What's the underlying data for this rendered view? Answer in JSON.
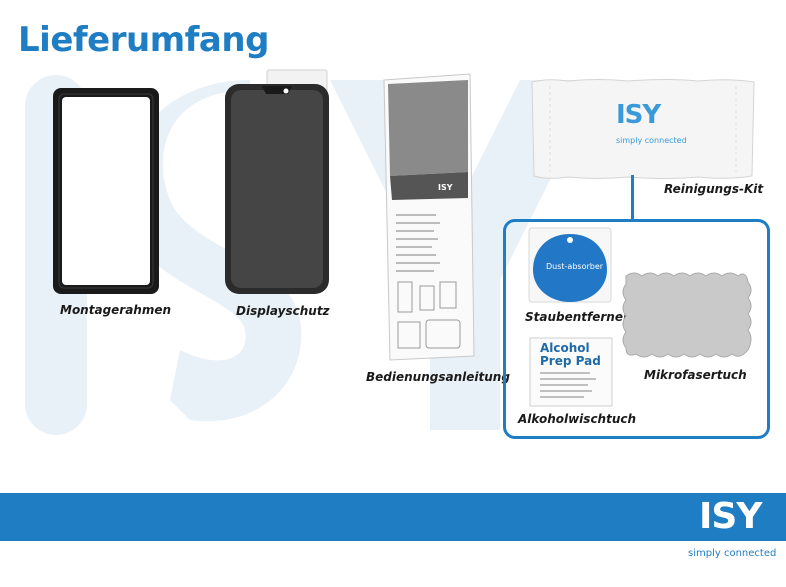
{
  "header": {
    "title": "Lieferumfang"
  },
  "items": {
    "montagerahmen": "Montagerahmen",
    "displayschutz": "Displayschutz",
    "bedienungsanleitung": "Bedienungsanleitung",
    "reinigungs_kit": "Reinigungs-Kit",
    "staubentferner": "Staubentferner",
    "mikrofasertuch": "Mikrofasertuch",
    "alkoholwischtuch": "Alkoholwischtuch"
  },
  "cleaning_pack": {
    "logo": "ISY",
    "tagline": "simply connected"
  },
  "dust_sticker": {
    "label": "Dust-absorber"
  },
  "alcohol_pad": {
    "line1": "Alcohol",
    "line2": "Prep Pad"
  },
  "footer": {
    "logo": "ISY",
    "tagline": "simply connected"
  },
  "colors": {
    "brand_blue": "#1f7ec3",
    "watermark": "#eaf1f8"
  }
}
